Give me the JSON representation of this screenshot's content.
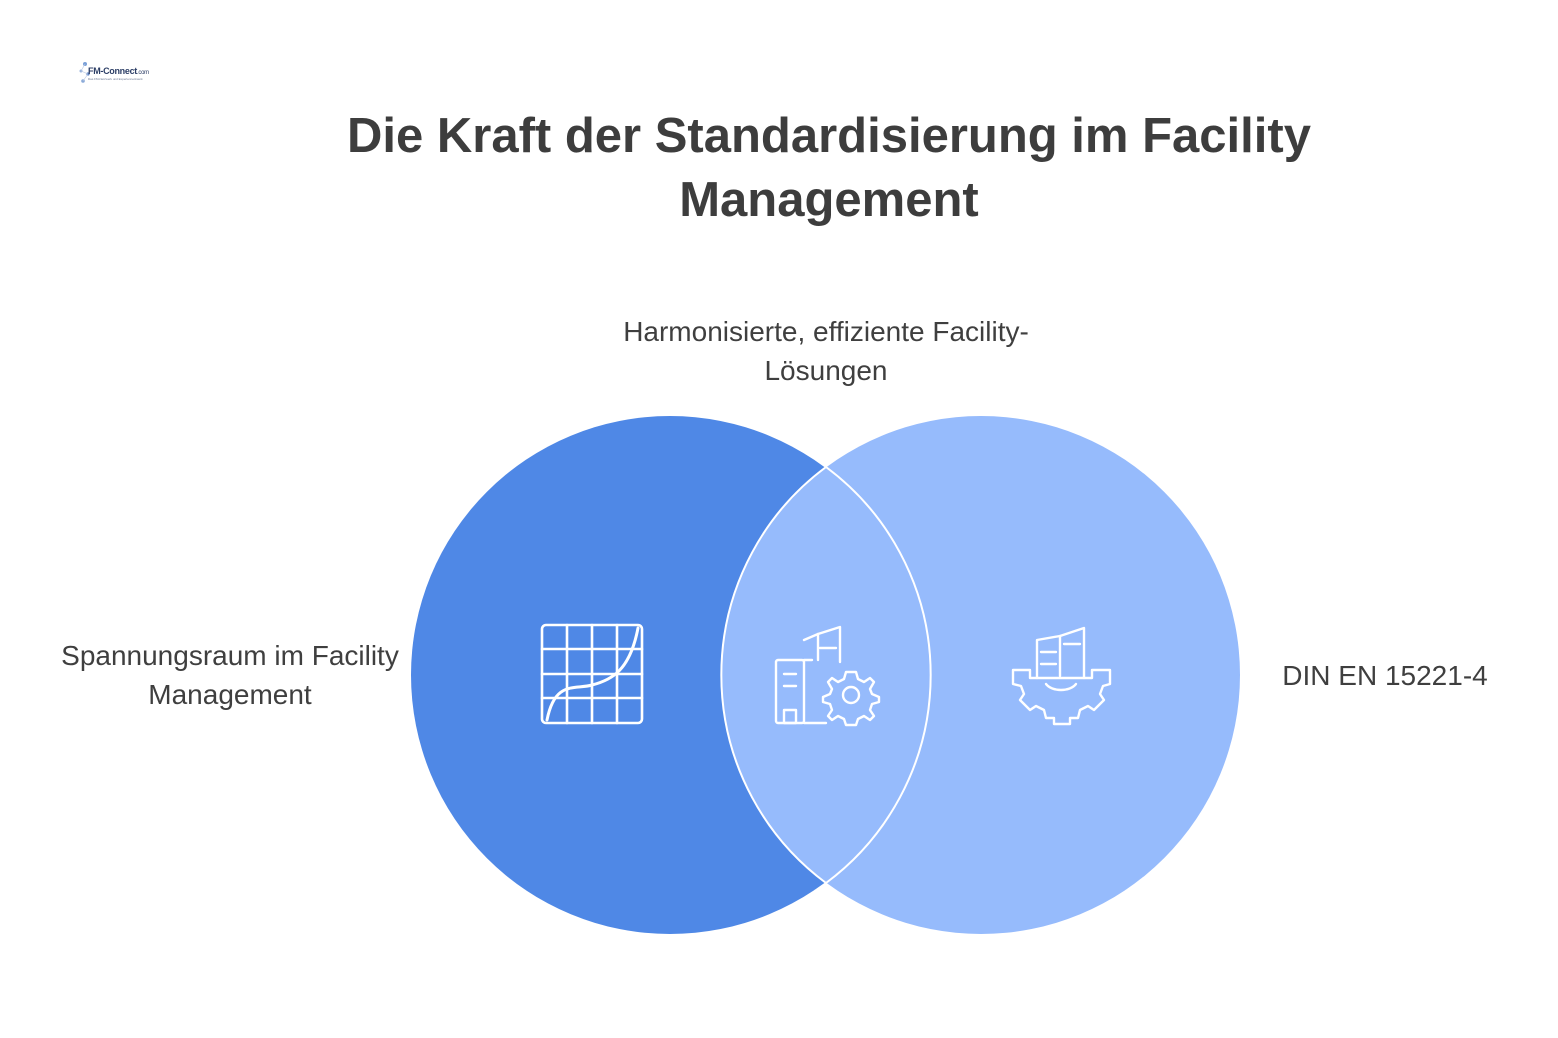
{
  "logo": {
    "brand": "FM-Connect",
    "domain_suffix": ".com",
    "tagline": "Das FM-Netzwerk und Expertennetzwerk",
    "icon": "network-logo-mark"
  },
  "title": "Die Kraft der Standardisierung im Facility Management",
  "intersection_label": "Harmonisierte, effiziente Facility-Lösungen",
  "sets": [
    {
      "label": "Spannungsraum im Facility Management",
      "icon": "tension-grid-curve-icon",
      "color": "#4f88e6"
    },
    {
      "label": "DIN EN 15221-4",
      "icon": "building-gear-icon",
      "color": "#96bbfc"
    }
  ],
  "intersection": {
    "icon": "buildings-gear-icon",
    "color": "#96bbfc",
    "outline_color": "#ffffff"
  }
}
